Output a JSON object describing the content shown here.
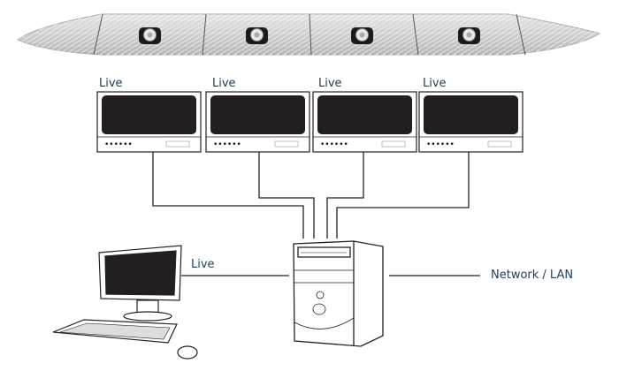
{
  "diagram": {
    "title": "Speed bump camera to NVR/monitor connection diagram",
    "bump": {
      "name": "speed bump with 4 cameras",
      "camera_count": 4
    },
    "monitors": [
      {
        "label": "Live"
      },
      {
        "label": "Live"
      },
      {
        "label": "Live"
      },
      {
        "label": "Live"
      }
    ],
    "workstation": {
      "label": "Live"
    },
    "server": {
      "name": "DVR / PC tower"
    },
    "network": {
      "label": "Network / LAN"
    }
  },
  "colors": {
    "label": "#1f3e5a",
    "line": "#222222",
    "screen": "#231f20",
    "bump": "#c9c9c9"
  }
}
